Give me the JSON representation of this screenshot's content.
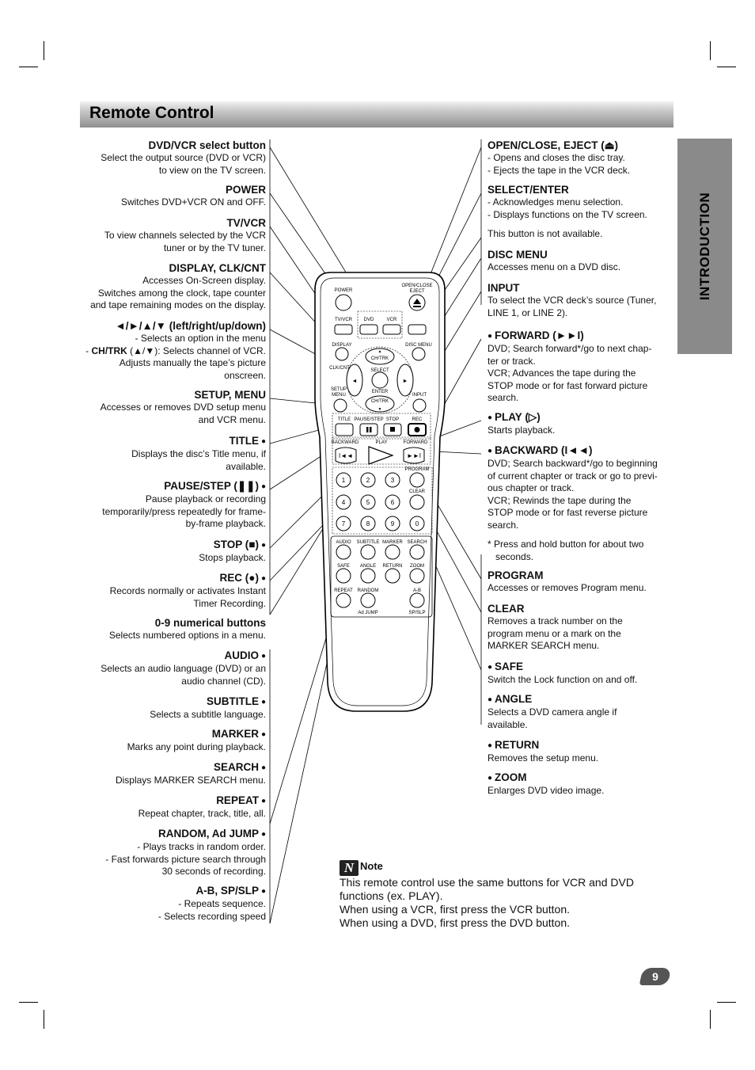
{
  "header": {
    "title": "Remote Control"
  },
  "side_tab": {
    "label": "INTRODUCTION"
  },
  "left": {
    "dvdvcr": {
      "title": "DVD/VCR select button",
      "l1": "Select the output source (DVD or VCR)",
      "l2": "to view on the TV screen."
    },
    "power": {
      "title": "POWER",
      "l1": "Switches DVD+VCR ON and OFF."
    },
    "tvvcr": {
      "title": "TV/VCR",
      "l1": "To view channels selected by the VCR",
      "l2": "tuner or by the TV tuner."
    },
    "display": {
      "title": "DISPLAY, CLK/CNT",
      "l1": "Accesses On-Screen display.",
      "l2": "Switches among the clock, tape counter",
      "l3": "and tape remaining modes on the display."
    },
    "arrows": {
      "title": "◄/►/▲/▼ (left/right/up/down)",
      "l1": "- Selects an option in the menu",
      "l2a": "- ",
      "l2b": "CH/TRK",
      "l2c": " (▲/▼): Selects channel of VCR.",
      "l3": "Adjusts manually the tape’s picture",
      "l4": "onscreen."
    },
    "setup": {
      "title": "SETUP, MENU",
      "l1": "Accesses or removes DVD setup menu",
      "l2": "and VCR menu."
    },
    "title_btn": {
      "title": "TITLE",
      "l1": "Displays the disc’s Title menu, if",
      "l2": "available."
    },
    "pause": {
      "title": "PAUSE/STEP (❚❚)",
      "l1": "Pause playback or recording",
      "l2": "temporarily/press repeatedly for frame-",
      "l3": "by-frame playback."
    },
    "stop": {
      "title": "STOP (■)",
      "l1": "Stops playback."
    },
    "rec": {
      "title": "REC (●)",
      "l1": "Records normally or activates Instant",
      "l2": "Timer Recording."
    },
    "numeric": {
      "title": "0-9 numerical buttons",
      "l1": "Selects numbered options in a menu."
    },
    "audio": {
      "title": "AUDIO",
      "l1": "Selects an audio language (DVD) or an",
      "l2": "audio channel (CD)."
    },
    "subtitle": {
      "title": "SUBTITLE",
      "l1": "Selects a subtitle language."
    },
    "marker": {
      "title": "MARKER",
      "l1": "Marks any point during playback."
    },
    "search": {
      "title": "SEARCH",
      "l1": "Displays MARKER SEARCH menu."
    },
    "repeat": {
      "title": "REPEAT",
      "l1": "Repeat chapter, track, title, all."
    },
    "random": {
      "title": "RANDOM, Ad JUMP",
      "l1": "- Plays tracks in random order.",
      "l2": "- Fast forwards picture search through",
      "l3": "30 seconds of recording."
    },
    "ab": {
      "title": "A-B, SP/SLP",
      "l1": "- Repeats sequence.",
      "l2": "- Selects recording speed"
    }
  },
  "right": {
    "open": {
      "title": "OPEN/CLOSE, EJECT (⏏)",
      "l1": "- Opens and closes the disc tray.",
      "l2": "- Ejects the tape in the VCR deck."
    },
    "select": {
      "title": "SELECT/ENTER",
      "l1": "- Acknowledges menu selection.",
      "l2": "- Displays functions on the TV screen."
    },
    "na": {
      "l1": "This button is not available."
    },
    "disc_menu": {
      "title": "DISC MENU",
      "l1": "Accesses menu on a DVD disc."
    },
    "input": {
      "title": "INPUT",
      "l1": "To select the VCR deck’s source (Tuner,",
      "l2": "LINE 1, or LINE 2)."
    },
    "forward": {
      "title": "FORWARD (►►I)",
      "l1": "DVD; Search forward*/go to next chap-",
      "l2": "ter or track.",
      "l3": "VCR; Advances the tape during the",
      "l4": "STOP mode or for fast forward picture",
      "l5": "search."
    },
    "play": {
      "title": "PLAY (▷)",
      "l1": "Starts playback."
    },
    "backward": {
      "title": "BACKWARD (I◄◄)",
      "l1": "DVD; Search backward*/go to beginning",
      "l2": "of current chapter or track or go to previ-",
      "l3": "ous chapter or track.",
      "l4": "VCR; Rewinds the tape during the",
      "l5": "STOP mode or for fast reverse picture",
      "l6": "search.",
      "n1": "* Press and hold button for about two",
      "n2": "seconds."
    },
    "program": {
      "title": "PROGRAM",
      "l1": "Accesses or removes Program menu."
    },
    "clear": {
      "title": "CLEAR",
      "l1": "Removes a track number on the",
      "l2": "program menu or a mark on the",
      "l3": "MARKER SEARCH menu."
    },
    "safe": {
      "title": "SAFE",
      "l1": "Switch the Lock function on and off."
    },
    "angle": {
      "title": "ANGLE",
      "l1": "Selects a DVD camera angle if",
      "l2": "available."
    },
    "return": {
      "title": "RETURN",
      "l1": "Removes the setup menu."
    },
    "zoom": {
      "title": "ZOOM",
      "l1": "Enlarges DVD video image."
    }
  },
  "remote": {
    "power": "POWER",
    "open_close": "OPEN/CLOSE",
    "eject": "EJECT",
    "tv_vcr": "TV/VCR",
    "dvd": "DVD",
    "vcr": "VCR",
    "display": "DISPLAY",
    "clk_cnt": "CLK/CNT",
    "disc_menu": "DISC MENU",
    "ch_trk_up": "CH/TRK",
    "select": "SELECT",
    "enter": "ENTER",
    "ch_trk_down": "CH/TRK",
    "setup": "SETUP",
    "menu": "MENU",
    "input": "INPUT",
    "title": "TITLE",
    "pause_step": "PAUSE/STEP",
    "stop": "STOP",
    "rec": "REC",
    "backward": "BACKWARD",
    "play": "PLAY",
    "forward": "FORWARD",
    "program": "PROGRAM",
    "clear": "CLEAR",
    "digits": [
      "1",
      "2",
      "3",
      "4",
      "5",
      "6",
      "7",
      "8",
      "9",
      "0"
    ],
    "audio": "AUDIO",
    "subtitle": "SUBTITLE",
    "marker": "MARKER",
    "search": "SEARCH",
    "safe": "SAFE",
    "angle": "ANGLE",
    "return": "RETURN",
    "zoom": "ZOOM",
    "repeat": "REPEAT",
    "random": "RANDOM",
    "ab": "A-B",
    "ad_jump": "Ad JUMP",
    "sp_slp": "SP/SLP"
  },
  "note": {
    "icon": "N",
    "title": "Note",
    "l1": "This remote control use the same buttons for VCR and DVD",
    "l2": "functions (ex. PLAY).",
    "l3": "When using a VCR, first press the VCR button.",
    "l4": "When using a DVD, first press the DVD button."
  },
  "page_number": "9"
}
